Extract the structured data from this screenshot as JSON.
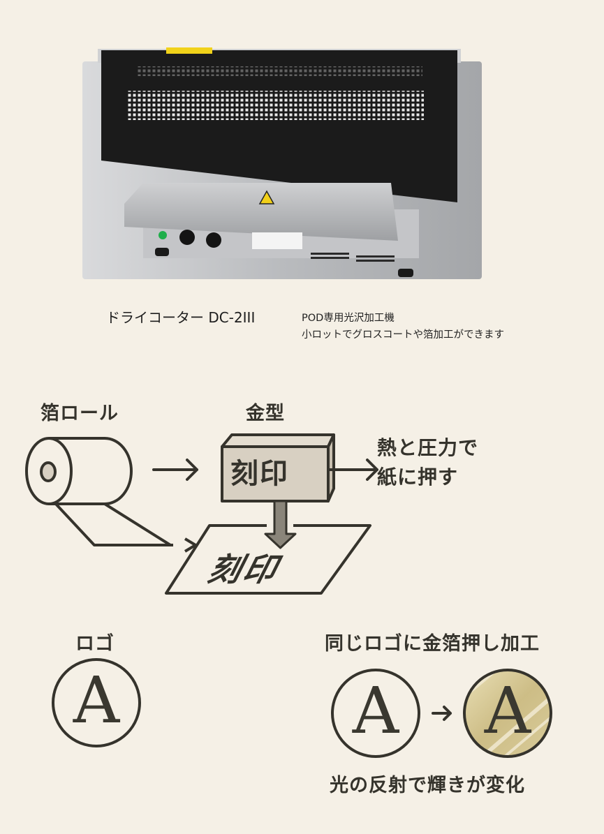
{
  "product": {
    "name": "ドライコーター DC-2III",
    "tagline": "POD専用光沢加工機",
    "description": "小ロットでグロスコートや箔加工ができます"
  },
  "process_diagram": {
    "foil_roll_label": "箔ロール",
    "die_label": "金型",
    "die_text": "刻印",
    "paper_text": "刻印",
    "result_line1": "熱と圧力で",
    "result_line2": "紙に押す"
  },
  "logo_comparison": {
    "logo_label": "ロゴ",
    "foil_label": "同じロゴに金箔押し加工",
    "logo_letter": "A",
    "foil_letter": "A",
    "caption": "光の反射で輝きが変化"
  },
  "colors": {
    "background": "#f5f0e6",
    "ink": "#35332c",
    "die_fill": "#d8d0c2",
    "gold": "#cfc08a"
  }
}
